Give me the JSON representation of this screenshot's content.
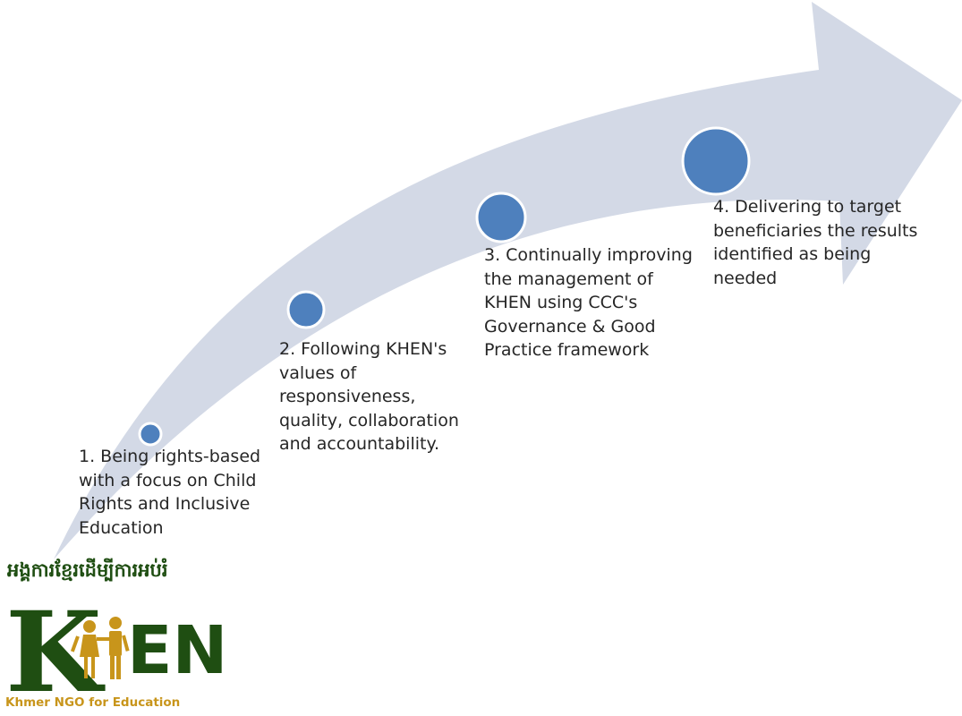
{
  "steps": [
    {
      "text": "1. Being rights-based with a focus on Child Rights and Inclusive Education"
    },
    {
      "text": "2. Following KHEN's values of responsiveness, quality, collaboration and accountability."
    },
    {
      "text": "3. Continually improving the management of KHEN using CCC's Governance & Good Practice framework"
    },
    {
      "text": "4. Delivering to target beneficiaries the results identified as being needed"
    }
  ],
  "logo": {
    "khmer_text": "អង្គការខ្មែរដើម្បីការអប់រំ",
    "wordmark_k": "K",
    "wordmark_en": "EN",
    "caption": "Khmer NGO for Education"
  },
  "colors": {
    "arrow": "#d3d9e6",
    "circle_fill": "#4e80bd",
    "circle_stroke": "#ffffff",
    "text": "#262626",
    "logo_green": "#1f4e12",
    "logo_gold": "#c8951b"
  }
}
